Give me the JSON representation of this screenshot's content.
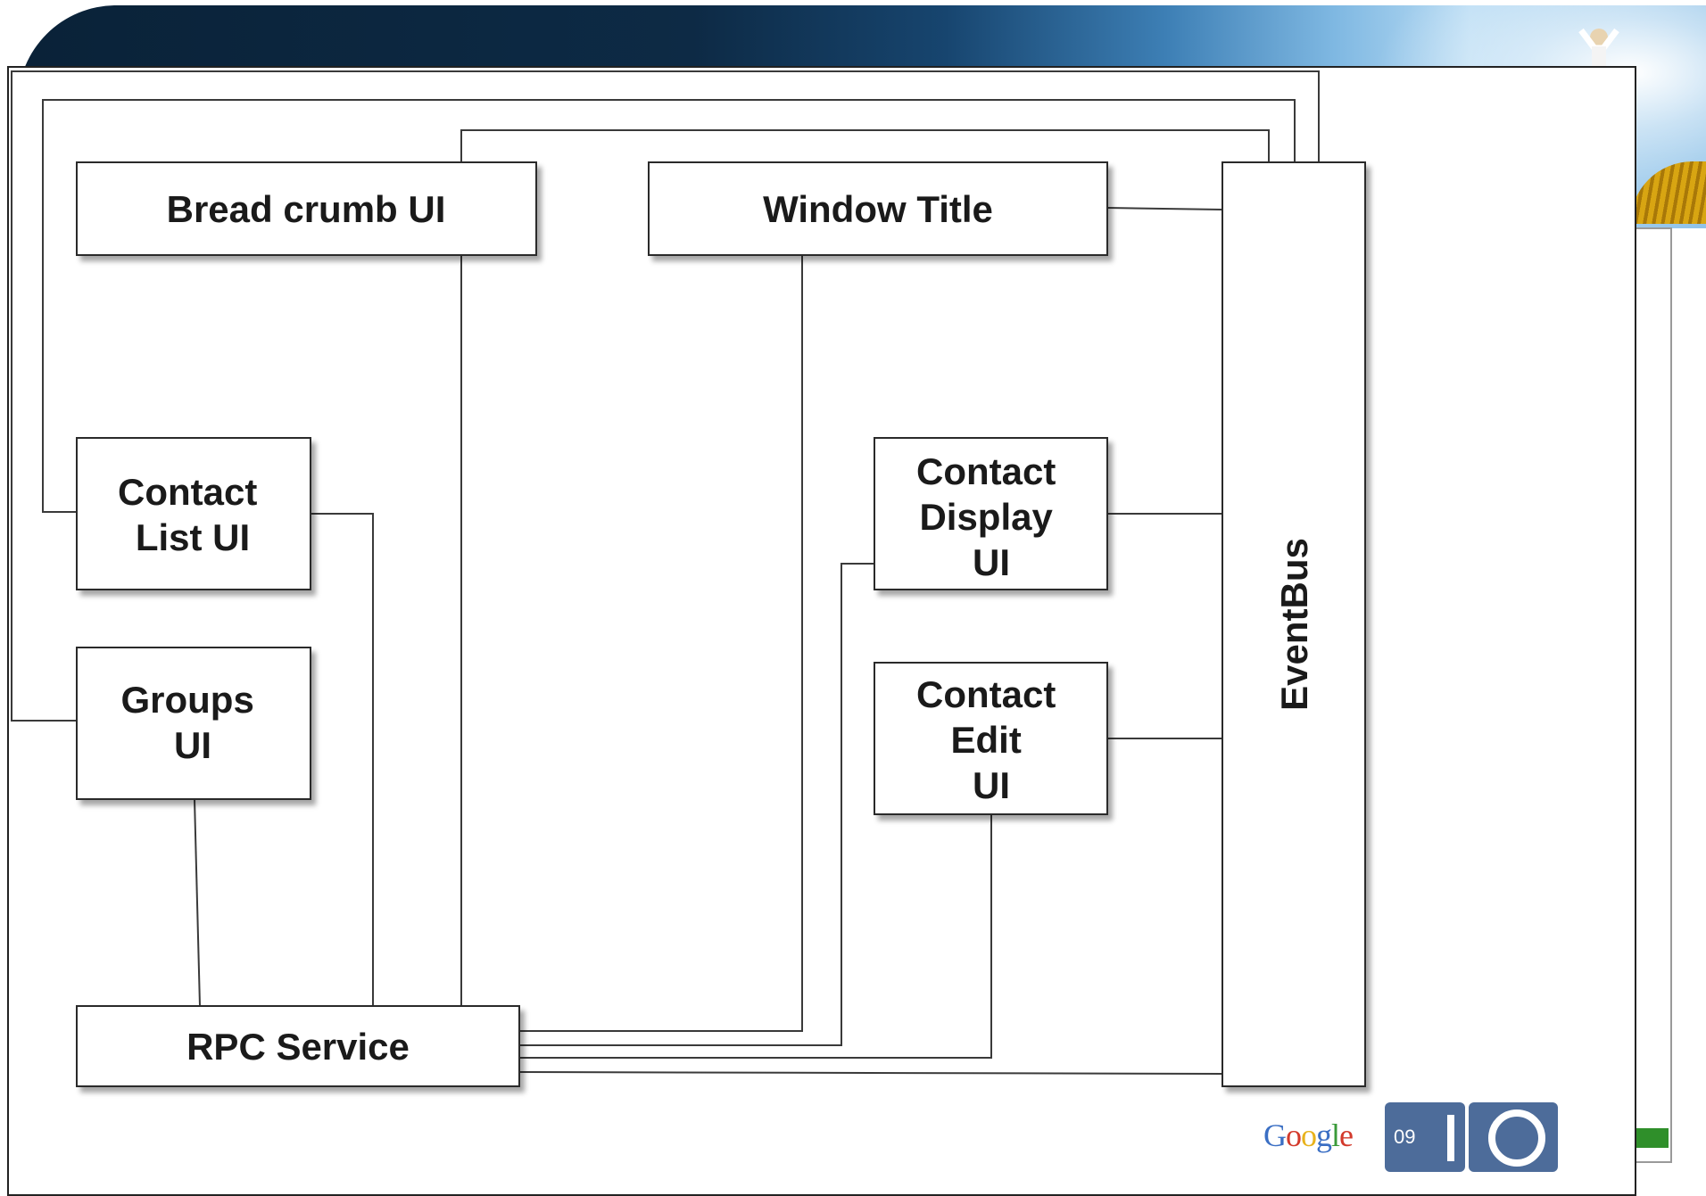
{
  "diagram": {
    "nodes": {
      "breadcrumb": {
        "lines": [
          "Bread crumb UI"
        ]
      },
      "window_title": {
        "lines": [
          "Window Title"
        ]
      },
      "contact_list": {
        "lines": [
          "Contact",
          "List UI"
        ]
      },
      "groups": {
        "lines": [
          "Groups",
          "UI"
        ]
      },
      "contact_display": {
        "lines": [
          "Contact",
          "Display",
          "UI"
        ]
      },
      "contact_edit": {
        "lines": [
          "Contact",
          "Edit",
          "UI"
        ]
      },
      "rpc": {
        "lines": [
          "RPC Service"
        ]
      },
      "eventbus": {
        "lines": [
          "EventBus"
        ]
      }
    }
  },
  "footer": {
    "logo_letters": [
      "G",
      "o",
      "o",
      "g",
      "l",
      "e"
    ],
    "logo_colors": [
      "#3b6fc4",
      "#d33a2c",
      "#e8b21c",
      "#3b6fc4",
      "#3a9a3a",
      "#d33a2c"
    ],
    "event_year": "09"
  },
  "colors": {
    "box_border": "#2a2a2a",
    "io_blue": "#4d6c9a",
    "line": "#3a3a3a"
  }
}
